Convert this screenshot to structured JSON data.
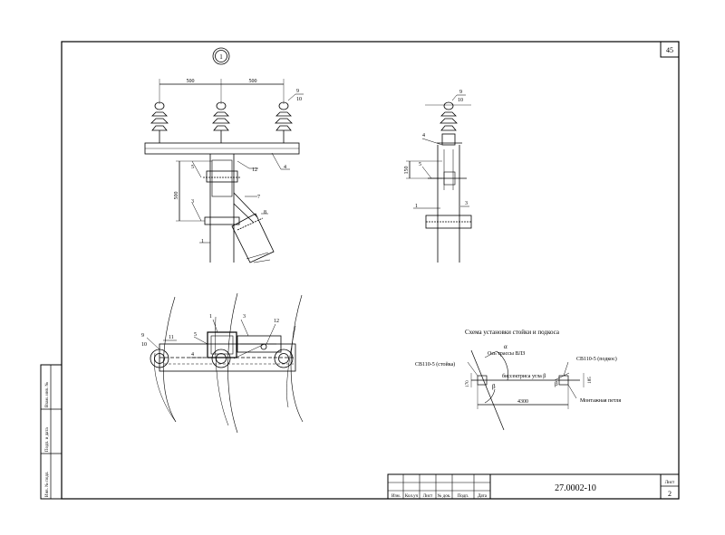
{
  "sheet": {
    "sheet_number": "45",
    "doc_code": "27.0002-10",
    "sheet_label": "Лист",
    "sheet_page": "2",
    "view_marker": "1"
  },
  "title_block_cols": [
    "Изм.",
    "Кол.уч",
    "Лист",
    "№ док.",
    "Подп.",
    "Дата"
  ],
  "side_stamp": {
    "inv_podl": "Инв. № подл.",
    "podp_data": "Подп. и дата",
    "vzam_inv": "Взам. инв. №"
  },
  "front_view": {
    "dim_left": "500",
    "dim_right": "500",
    "dim_vert": "500",
    "callouts": [
      "9",
      "10",
      "12",
      "4",
      "5",
      "7",
      "3",
      "8",
      "1"
    ]
  },
  "side_view": {
    "dim_vert": "150",
    "callouts": [
      "9",
      "10",
      "4",
      "5",
      "1",
      "3"
    ]
  },
  "plan_view": {
    "callouts": [
      "9",
      "10",
      "11",
      "5",
      "1",
      "3",
      "12",
      "4"
    ]
  },
  "scheme": {
    "title": "Схема установки стойки и подкоса",
    "axis_label": "Ось трассы ВЛЗ",
    "alpha": "α",
    "beta": "β",
    "bisector": "биссектриса угла β",
    "left_label": "СВ110-5 (стойка)",
    "right_label": "СВ110-5 (подкос)",
    "loop_label": "Монтажная петля",
    "dim_span": "4300",
    "dim_left": "170",
    "dim_right": "185"
  }
}
